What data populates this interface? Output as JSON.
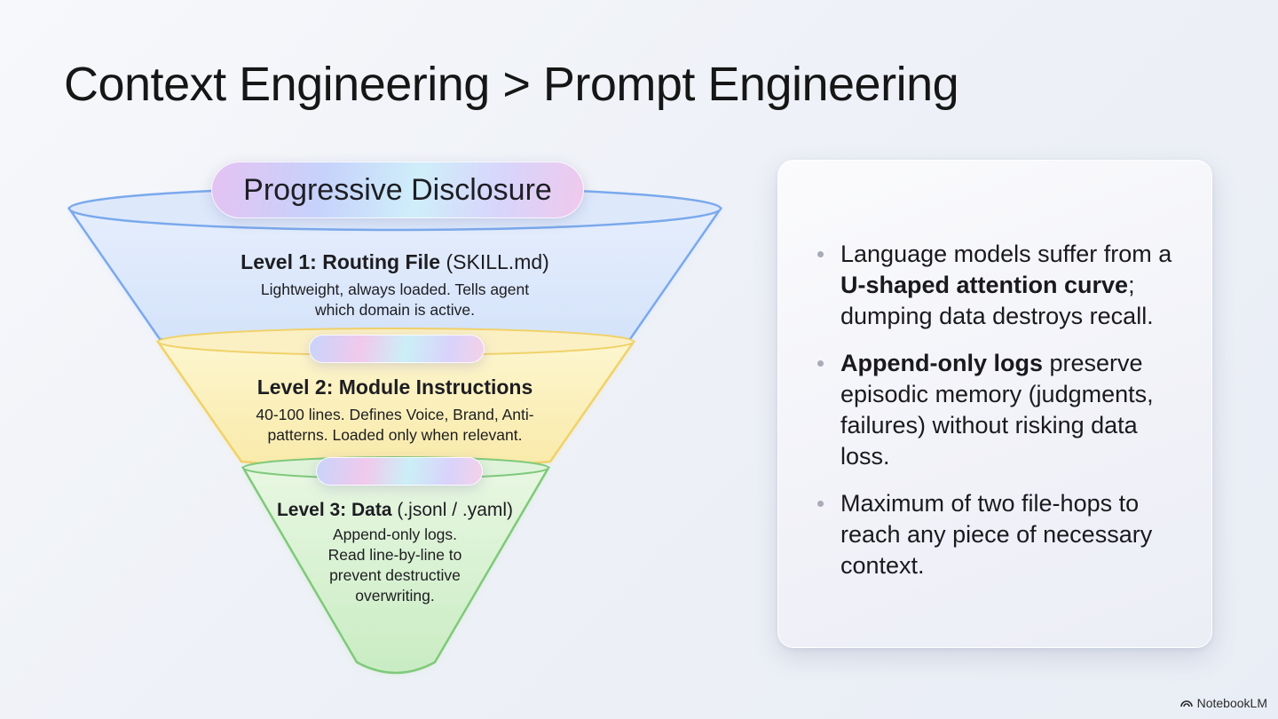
{
  "title": "Context Engineering > Prompt Engineering",
  "funnel": {
    "header_pill": "Progressive Disclosure",
    "levels": [
      {
        "title_bold": "Level 1: Routing File",
        "title_rest": " (SKILL.md)",
        "desc_lines": [
          "Lightweight, always loaded. Tells agent",
          "which domain is active."
        ],
        "color": "#b9d3f7"
      },
      {
        "title_bold": "Level 2: Module Instructions",
        "title_rest": "",
        "desc_lines": [
          "40-100 lines. Defines Voice, Brand, Anti-",
          "patterns. Loaded only when relevant."
        ],
        "color": "#fbe9a6"
      },
      {
        "title_bold": "Level 3: Data",
        "title_rest": " (.jsonl / .yaml)",
        "desc_lines": [
          "Append-only logs.",
          "Read line-by-line to",
          "prevent destructive",
          "overwriting."
        ],
        "color": "#c9ebc6"
      }
    ]
  },
  "card": {
    "bullets": [
      {
        "pre": "Language models suffer from a ",
        "bold": "U-shaped attention curve",
        "post": "; dumping data destroys recall."
      },
      {
        "pre": "",
        "bold": "Append-only logs",
        "post": " preserve episodic memory (judgments, failures) without risking data loss."
      },
      {
        "pre": "Maximum of two file-hops to reach any piece of necessary context.",
        "bold": "",
        "post": ""
      }
    ]
  },
  "brand": {
    "icon": "notebooklm-icon",
    "label": "NotebookLM"
  }
}
